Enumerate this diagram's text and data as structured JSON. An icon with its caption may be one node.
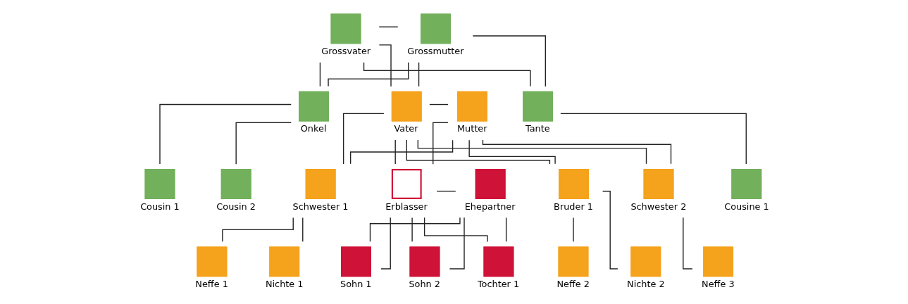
{
  "diagram": {
    "nodes": [
      {
        "text": [
          "Grossvater"
        ]
      },
      {
        "text": [
          "Grossmutter"
        ]
      },
      {
        "text": [
          "Onkel"
        ]
      },
      {
        "text": [
          "Vater"
        ]
      },
      {
        "text": [
          "Mutter"
        ]
      },
      {
        "text": [
          "Tante"
        ]
      },
      {
        "text": [
          "Cousin 1"
        ]
      },
      {
        "text": [
          "Cousin 2"
        ]
      },
      {
        "text": [
          "Schwester 1"
        ]
      },
      {
        "text": [
          "Erblasser"
        ]
      },
      {
        "text": [
          "Ehepartner"
        ]
      },
      {
        "text": [
          "Bruder 1"
        ]
      },
      {
        "text": [
          "Schwester 2"
        ]
      },
      {
        "text": [
          "Cousine 1"
        ]
      },
      {
        "text": [
          "Neffe 1"
        ]
      },
      {
        "text": [
          "Nichte 1"
        ]
      },
      {
        "text": [
          "Sohn 1"
        ]
      },
      {
        "text": [
          "Sohn 2"
        ]
      },
      {
        "text": [
          "Tochter 1"
        ]
      },
      {
        "text": [
          "Neffe 2"
        ]
      },
      {
        "text": [
          "Nichte 2"
        ]
      },
      {
        "text": [
          "Neffe 3"
        ]
      }
    ],
    "edges": [
      {
        "from": 0,
        "to": 1,
        "arrow": "none"
      },
      {
        "from": 0,
        "to": 2,
        "arrow": "none"
      },
      {
        "from": 1,
        "to": 2,
        "arrow": "none"
      },
      {
        "from": 0,
        "to": 3,
        "arrow": "none"
      },
      {
        "from": 1,
        "to": 3,
        "arrow": "none"
      },
      {
        "from": 0,
        "to": 5,
        "arrow": "none"
      },
      {
        "from": 1,
        "to": 5,
        "arrow": "none"
      },
      {
        "from": 3,
        "to": 4,
        "arrow": "none"
      },
      {
        "from": 3,
        "to": 8,
        "arrow": "none"
      },
      {
        "from": 4,
        "to": 8,
        "arrow": "none"
      },
      {
        "from": 3,
        "to": 9,
        "arrow": "none"
      },
      {
        "from": 4,
        "to": 9,
        "arrow": "none"
      },
      {
        "from": 3,
        "to": 11,
        "arrow": "none"
      },
      {
        "from": 4,
        "to": 11,
        "arrow": "none"
      },
      {
        "from": 3,
        "to": 12,
        "arrow": "none"
      },
      {
        "from": 4,
        "to": 12,
        "arrow": "none"
      },
      {
        "from": 2,
        "to": 6,
        "arrow": "none"
      },
      {
        "from": 2,
        "to": 7,
        "arrow": "none"
      },
      {
        "from": 5,
        "to": 13,
        "arrow": "none"
      },
      {
        "from": 9,
        "to": 10,
        "arrow": "none"
      },
      {
        "from": 8,
        "to": 14,
        "arrow": "none"
      },
      {
        "from": 8,
        "to": 15,
        "arrow": "none"
      },
      {
        "from": 9,
        "to": 16,
        "arrow": "none"
      },
      {
        "from": 10,
        "to": 16,
        "arrow": "none"
      },
      {
        "from": 9,
        "to": 17,
        "arrow": "none"
      },
      {
        "from": 10,
        "to": 17,
        "arrow": "none"
      },
      {
        "from": 9,
        "to": 18,
        "arrow": "none"
      },
      {
        "from": 10,
        "to": 18,
        "arrow": "none"
      },
      {
        "from": 11,
        "to": 19,
        "arrow": "none"
      },
      {
        "from": 11,
        "to": 20,
        "arrow": "none"
      },
      {
        "from": 12,
        "to": 21,
        "arrow": "none"
      }
    ]
  }
}
